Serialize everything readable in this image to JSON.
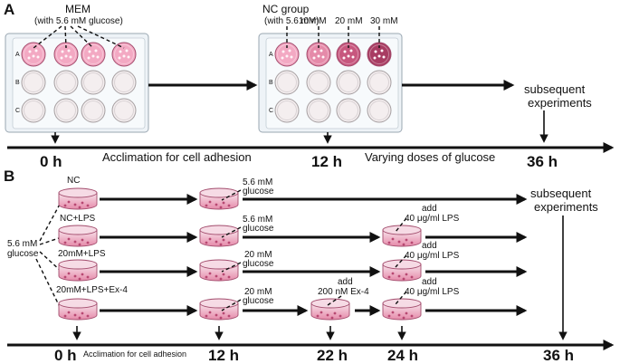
{
  "colors": {
    "medium_light": "#f3a9c3",
    "medium_mid": "#e58aa9",
    "medium_dark": "#c7577e",
    "medium_darkest": "#a83c62",
    "dish_wall": "#f6dbe5",
    "line": "#111111"
  },
  "panel_a": {
    "letter": "A",
    "left_plate": {
      "title": "MEM",
      "subtitle": "(with 5.6 mM glucose)",
      "row_labels": [
        "A",
        "B",
        "C"
      ]
    },
    "right_plate": {
      "title": "NC group",
      "subtitle": "(with 5.6 mM)",
      "concentrations": [
        "10 mM",
        "20 mM",
        "30 mM"
      ],
      "row_labels": [
        "A",
        "B",
        "C"
      ]
    },
    "outcome": [
      "subsequent",
      "experiments"
    ],
    "timeline": {
      "times": [
        "0 h",
        "12 h",
        "36 h"
      ],
      "phase_1": "Acclimation for cell adhesion",
      "phase_2": "Varying doses of glucose"
    }
  },
  "panel_b": {
    "letter": "B",
    "start_label": [
      "5.6 mM",
      "glucose"
    ],
    "groups": [
      {
        "name": "NC",
        "at_12h": [
          "5.6 mM",
          "glucose"
        ]
      },
      {
        "name": "NC+LPS",
        "at_12h": [
          "5.6 mM",
          "glucose"
        ],
        "at_24h": [
          "add",
          "40 μg/ml LPS"
        ]
      },
      {
        "name": "20mM+LPS",
        "at_12h": [
          "20 mM",
          "glucose"
        ],
        "at_24h": [
          "add",
          "40 μg/ml LPS"
        ]
      },
      {
        "name": "20mM+LPS+Ex-4",
        "at_12h": [
          "20 mM",
          "glucose"
        ],
        "at_22h": [
          "add",
          "200 nM Ex-4"
        ],
        "at_24h": [
          "add",
          "40 μg/ml LPS"
        ]
      }
    ],
    "outcome": [
      "subsequent",
      "experiments"
    ],
    "timeline": {
      "times": [
        "0 h",
        "12 h",
        "22 h",
        "24 h",
        "36 h"
      ],
      "phase_1": "Acclimation for cell adhesion"
    }
  }
}
